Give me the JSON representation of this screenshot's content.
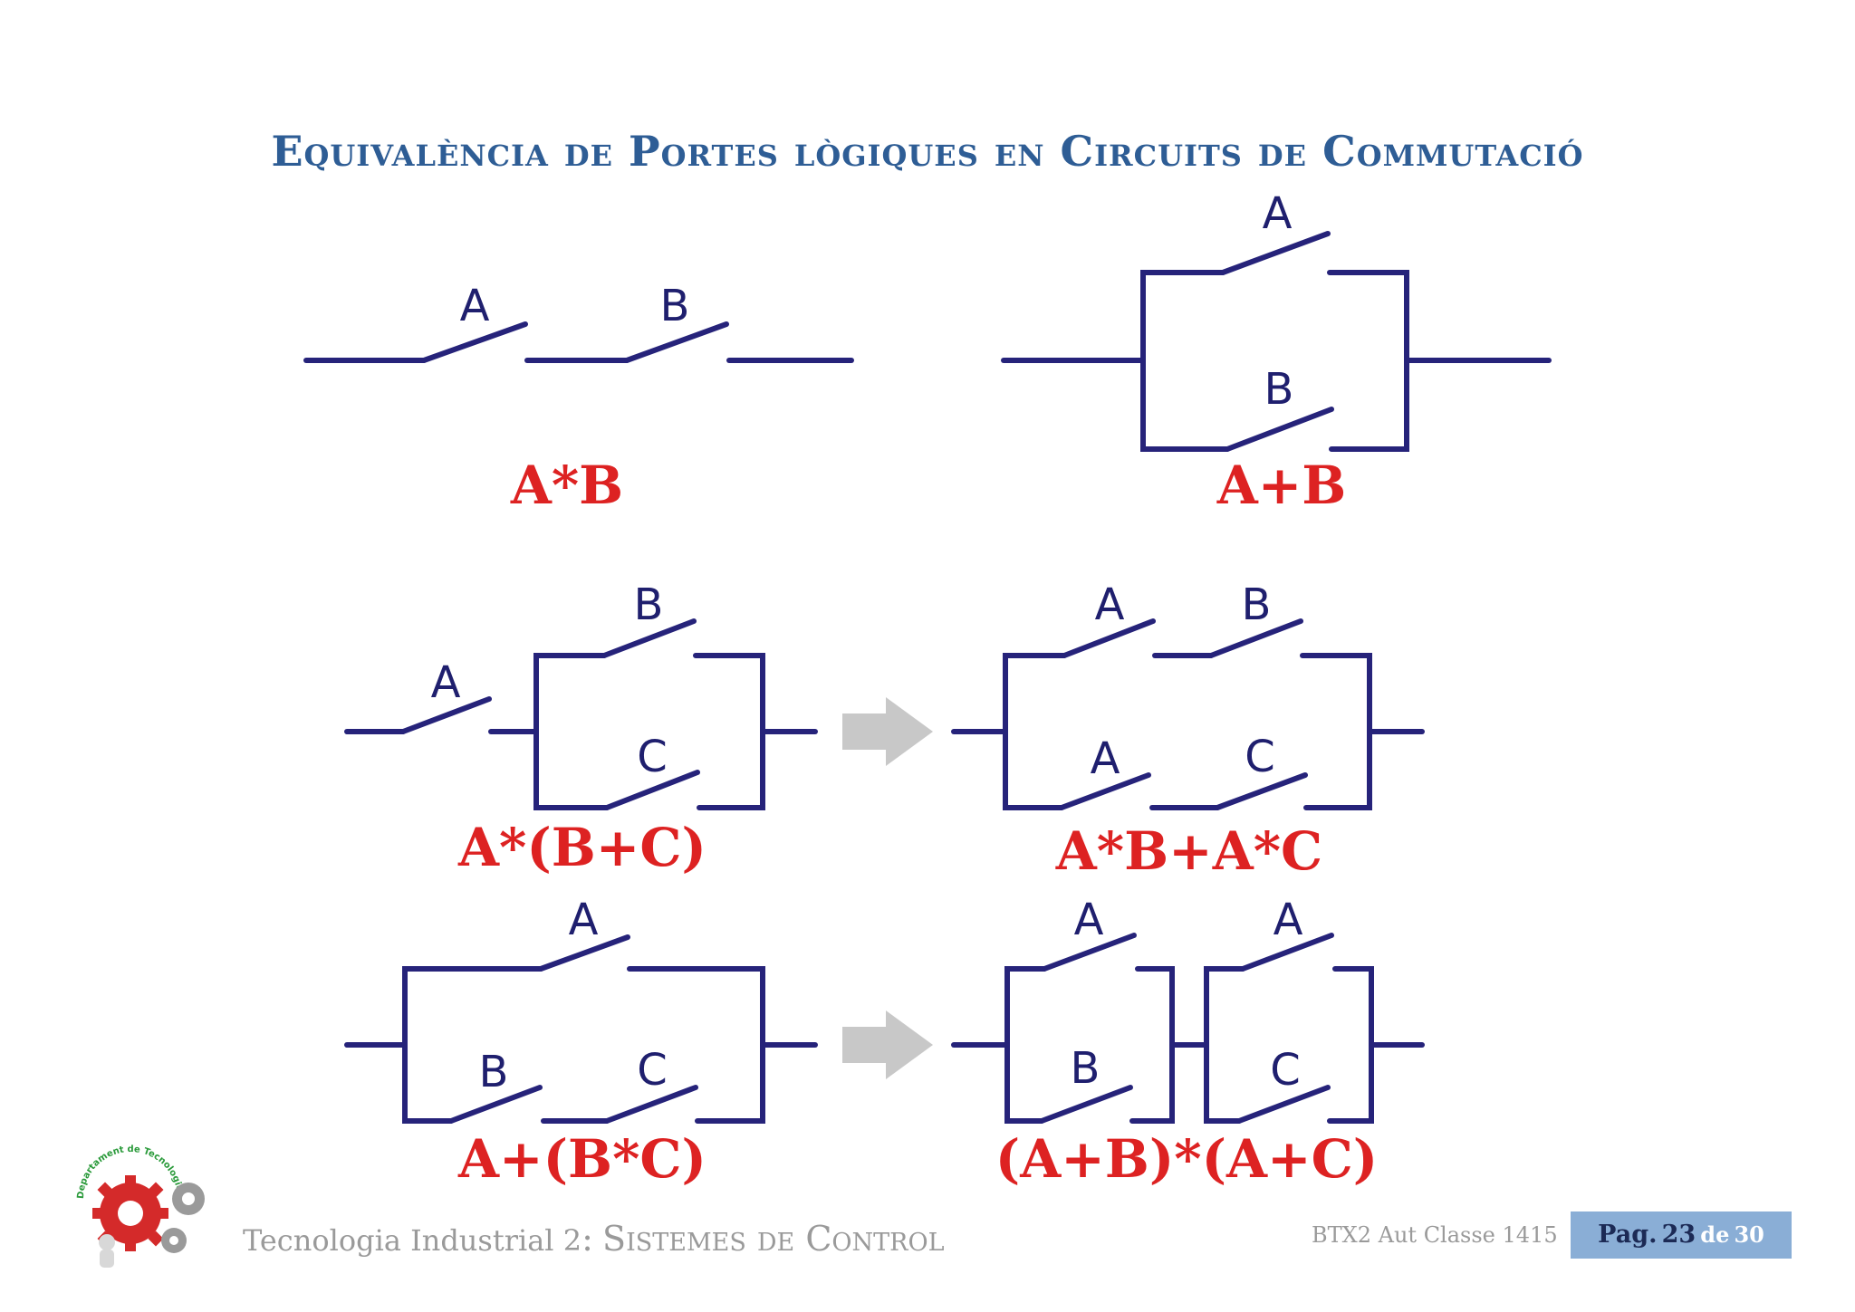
{
  "title": "Equivalència de Portes lògiques en Circuits de Commutació",
  "circuits": {
    "series": {
      "labels": [
        "A",
        "B"
      ],
      "expression": "A*B"
    },
    "parallel": {
      "labels": [
        "A",
        "B"
      ],
      "expression": "A+B"
    },
    "distributive_and_left": {
      "labels": [
        "A",
        "B",
        "C"
      ],
      "expression": "A*(B+C)"
    },
    "distributive_and_right": {
      "labels": [
        "A",
        "B",
        "A",
        "C"
      ],
      "expression": "A*B+A*C"
    },
    "distributive_or_left": {
      "labels": [
        "A",
        "B",
        "C"
      ],
      "expression": "A+(B*C)"
    },
    "distributive_or_right": {
      "labels": [
        "A",
        "B",
        "A",
        "C"
      ],
      "expression": "(A+B)*(A+C)"
    }
  },
  "footer": {
    "subject": "Tecnologia Industrial 2",
    "colon": ":",
    "topic": "Sistemes de Control",
    "class_code": "BTX2 Aut Classe 1415",
    "page_prefix": "Pag.",
    "page_number": "23",
    "page_of": "de",
    "page_total": "30"
  },
  "logo": {
    "text": "Departament de Tecnologies",
    "icon": "gears-logo-icon"
  },
  "colors": {
    "title": "#2e5d95",
    "wire": "#26237a",
    "expression": "#dd2222",
    "arrow": "#c8c8c8",
    "page_box": "#8aaed6"
  }
}
